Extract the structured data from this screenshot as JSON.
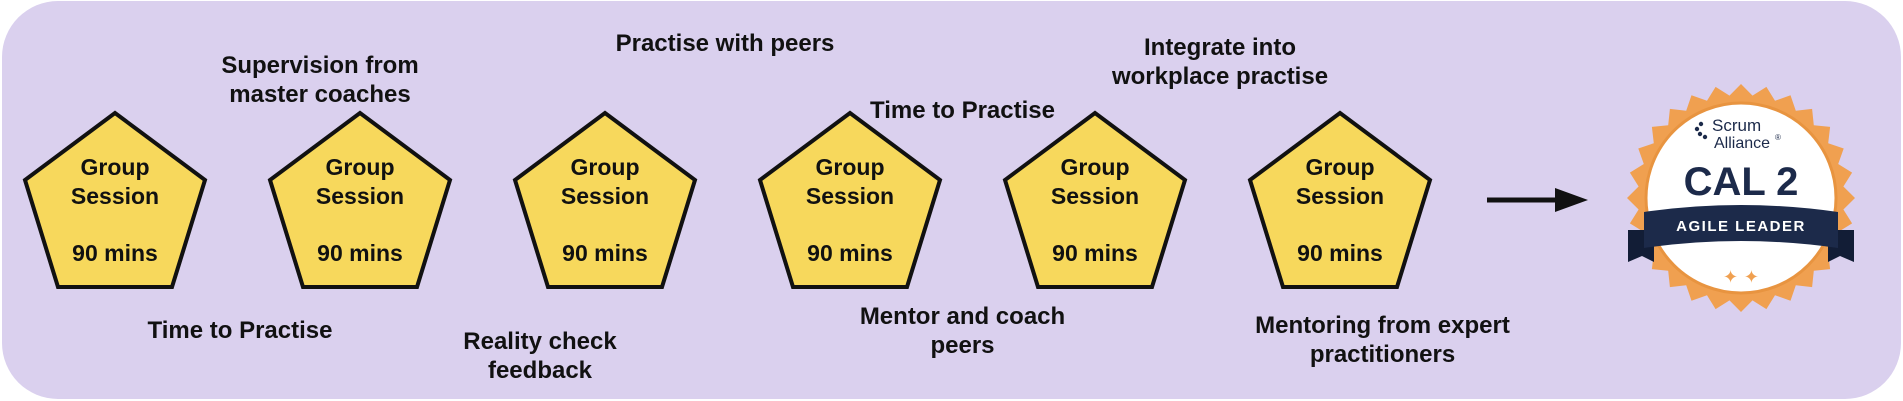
{
  "sessions": [
    {
      "line1": "Group",
      "line2": "Session",
      "duration": "90 mins"
    },
    {
      "line1": "Group",
      "line2": "Session",
      "duration": "90 mins"
    },
    {
      "line1": "Group",
      "line2": "Session",
      "duration": "90 mins"
    },
    {
      "line1": "Group",
      "line2": "Session",
      "duration": "90 mins"
    },
    {
      "line1": "Group",
      "line2": "Session",
      "duration": "90 mins"
    },
    {
      "line1": "Group",
      "line2": "Session",
      "duration": "90 mins"
    }
  ],
  "labels": {
    "supervision": [
      "Supervision from",
      "master coaches"
    ],
    "practise_peers": "Practise with peers",
    "time_practise_top": "Time to Practise",
    "integrate": [
      "Integrate into",
      "workplace practise"
    ],
    "time_practise_bottom": "Time to Practise",
    "reality_check": [
      "Reality check",
      "feedback"
    ],
    "mentor_coach": [
      "Mentor and coach",
      "peers"
    ],
    "mentoring_expert": [
      "Mentoring from expert",
      "practitioners"
    ]
  },
  "badge": {
    "brand_line1": "Scrum",
    "brand_line2": "Alliance",
    "registered": "®",
    "cert": "CAL 2",
    "ribbon": "AGILE LEADER",
    "stars": "✦ ✦"
  },
  "colors": {
    "background": "#dad0ee",
    "pentagon_fill": "#f7d85c",
    "badge_orange": "#f0a050",
    "ribbon_navy": "#1c2a4a",
    "text": "#111111"
  }
}
